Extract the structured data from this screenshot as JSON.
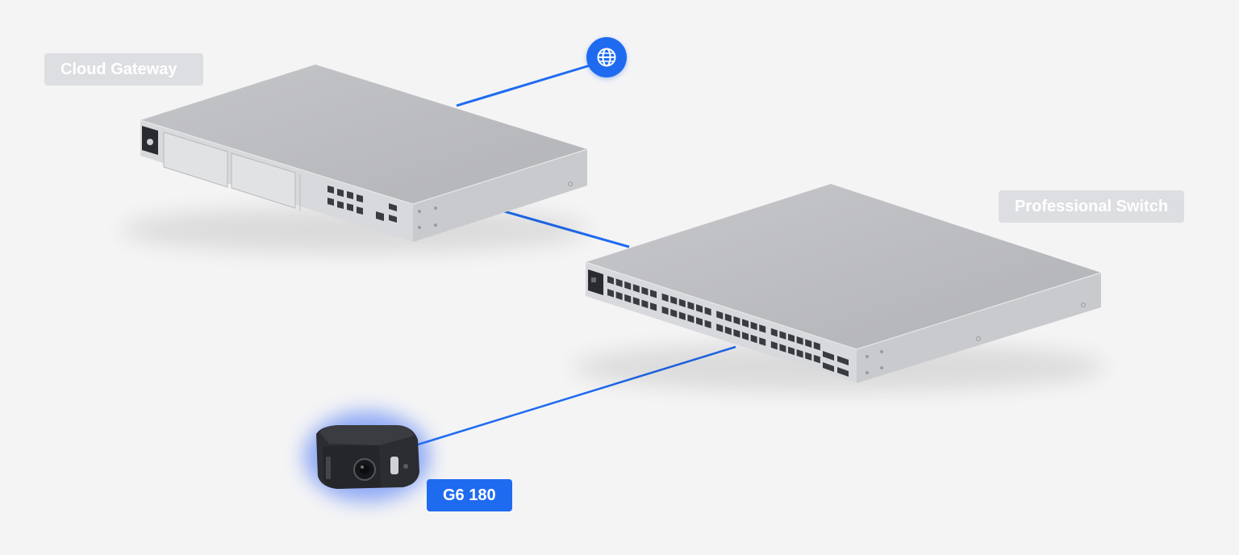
{
  "nodes": {
    "internet": {
      "icon": "globe-icon"
    },
    "gateway": {
      "label": "Cloud Gateway"
    },
    "switch": {
      "label": "Professional Switch"
    },
    "camera": {
      "label": "G6 180",
      "highlighted": true
    }
  },
  "connections": [
    {
      "from": "gateway",
      "to": "internet"
    },
    {
      "from": "gateway",
      "to": "switch"
    },
    {
      "from": "switch",
      "to": "camera"
    }
  ],
  "colors": {
    "background": "#f4f4f5",
    "link": "#1f6bf0",
    "label_grey": "#dddee1",
    "label_active": "#1f6bf0",
    "device_top": "#b9babd",
    "device_front": "#d6d7da",
    "device_side": "#c9cacd",
    "camera_body": "#2b2d31",
    "camera_glow": "#3b6cf5"
  }
}
